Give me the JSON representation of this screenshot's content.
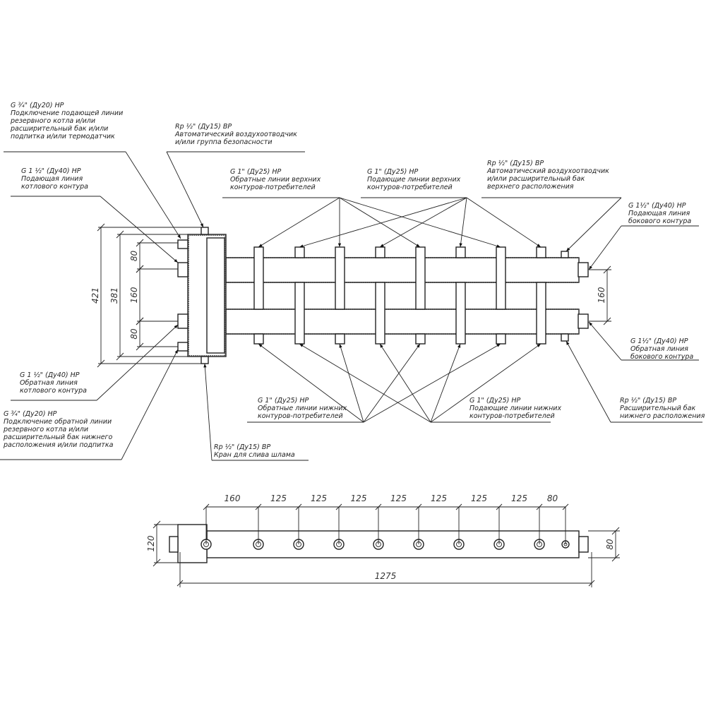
{
  "labels": {
    "top_left_reserve_supply": [
      "G ¾\" (Ду20) НР",
      "Подключение подающей линии",
      "резервного котла и/или",
      "расширительный бак и/или",
      "подпитка и/или термодатчик"
    ],
    "boiler_supply": [
      "G 1 ½\" (Ду40) НР",
      "Подающая линия",
      "котлового контура"
    ],
    "top_air_vent": [
      "Rp ½\" (Ду15) ВР",
      "Автоматический воздухоотводчик",
      "и/или группа безопасности"
    ],
    "upper_returns": [
      "G 1\" (Ду25) НР",
      "Обратные линии верхних",
      "контуров-потребителей"
    ],
    "upper_supplies": [
      "G 1\" (Ду25) НР",
      "Подающие линии верхних",
      "контуров-потребителей"
    ],
    "right_air_vent": [
      "Rp ½\" (Ду15) ВР",
      "Автоматический воздухоотводчик",
      "и/или расширительный бак",
      "верхнего расположения"
    ],
    "side_supply": [
      "G 1½\" (Ду40) НР",
      "Подающая линия",
      "бокового контура"
    ],
    "side_return": [
      "G 1½\" (Ду40) НР",
      "Обратная линия",
      "бокового контура"
    ],
    "lower_expansion": [
      "Rp ½\" (Ду15) ВР",
      "Расширительный бак",
      "нижнего расположения"
    ],
    "lower_supplies": [
      "G 1\" (Ду25) НР",
      "Подающие линии нижних",
      "контуров-потребителей"
    ],
    "lower_returns": [
      "G 1\" (Ду25) НР",
      "Обратные линии нижних",
      "контуров-потребителей"
    ],
    "boiler_return": [
      "G 1 ½\" (Ду40) НР",
      "Обратная линия",
      "котлового контура"
    ],
    "bottom_left_reserve_return": [
      "G ¾\" (Ду20) НР",
      "Подключение обратной линии",
      "резервного котла и/или",
      "расширительный бак нижнего",
      "расположения и/или подпитка"
    ],
    "sludge_drain": [
      "Rp ½\" (Ду15) ВР",
      "Кран для слива шлама"
    ]
  },
  "dimensions_front": {
    "overall_height": "421",
    "separator_height": "381",
    "top_offset": "80",
    "middle": "160",
    "bottom_offset": "80",
    "side_spacing": "160"
  },
  "dimensions_top": {
    "spacings": [
      "160",
      "125",
      "125",
      "125",
      "125",
      "125",
      "125",
      "125",
      "80"
    ],
    "overall_length": "1275",
    "separator_width": "120",
    "pipe_width": "80"
  }
}
